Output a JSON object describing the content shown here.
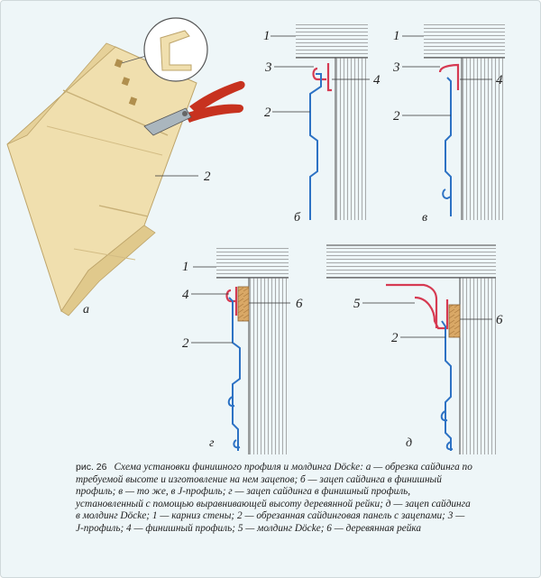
{
  "figure": {
    "number_label": "рис. 26",
    "caption": "Схема установки финишного профиля и молдинга Döcke: а — обрезка сайдинга по требуемой высоте и изготовление на нем зацепов; б — зацеп сайдинга в финишный профиль; в — то же, в J-профиль; г — зацеп сайдинга в финишный профиль, установленный с помощью выравнивающей высоту деревянной рейки; д — зацеп сайдинга в молдинг Döcke; 1 — карниз стены; 2 — обрезанная сайдинговая панель с зацепами; 3 — J-профиль; 4 — финишный профиль; 5 — молдинг Döcke; 6 — деревянная рейка"
  },
  "panels": {
    "a": {
      "letter": "а",
      "callout_2": "2"
    },
    "b": {
      "letter": "б",
      "callout_1": "1",
      "callout_2": "2",
      "callout_3": "3",
      "callout_4": "4"
    },
    "v": {
      "letter": "в",
      "callout_1": "1",
      "callout_2": "2",
      "callout_3": "3",
      "callout_4": "4"
    },
    "g": {
      "letter": "г",
      "callout_1": "1",
      "callout_2": "2",
      "callout_4": "4",
      "callout_6": "6"
    },
    "d": {
      "letter": "д",
      "callout_2": "2",
      "callout_5": "5",
      "callout_6": "6"
    }
  },
  "colors": {
    "background": "#eef6f8",
    "siding_face": "#f0dfae",
    "siding_edge": "#e0c98c",
    "profile_blue": "#2d72c4",
    "finish_red": "#d63a52",
    "wood": "#d9a866",
    "shears_red": "#c7321f"
  }
}
